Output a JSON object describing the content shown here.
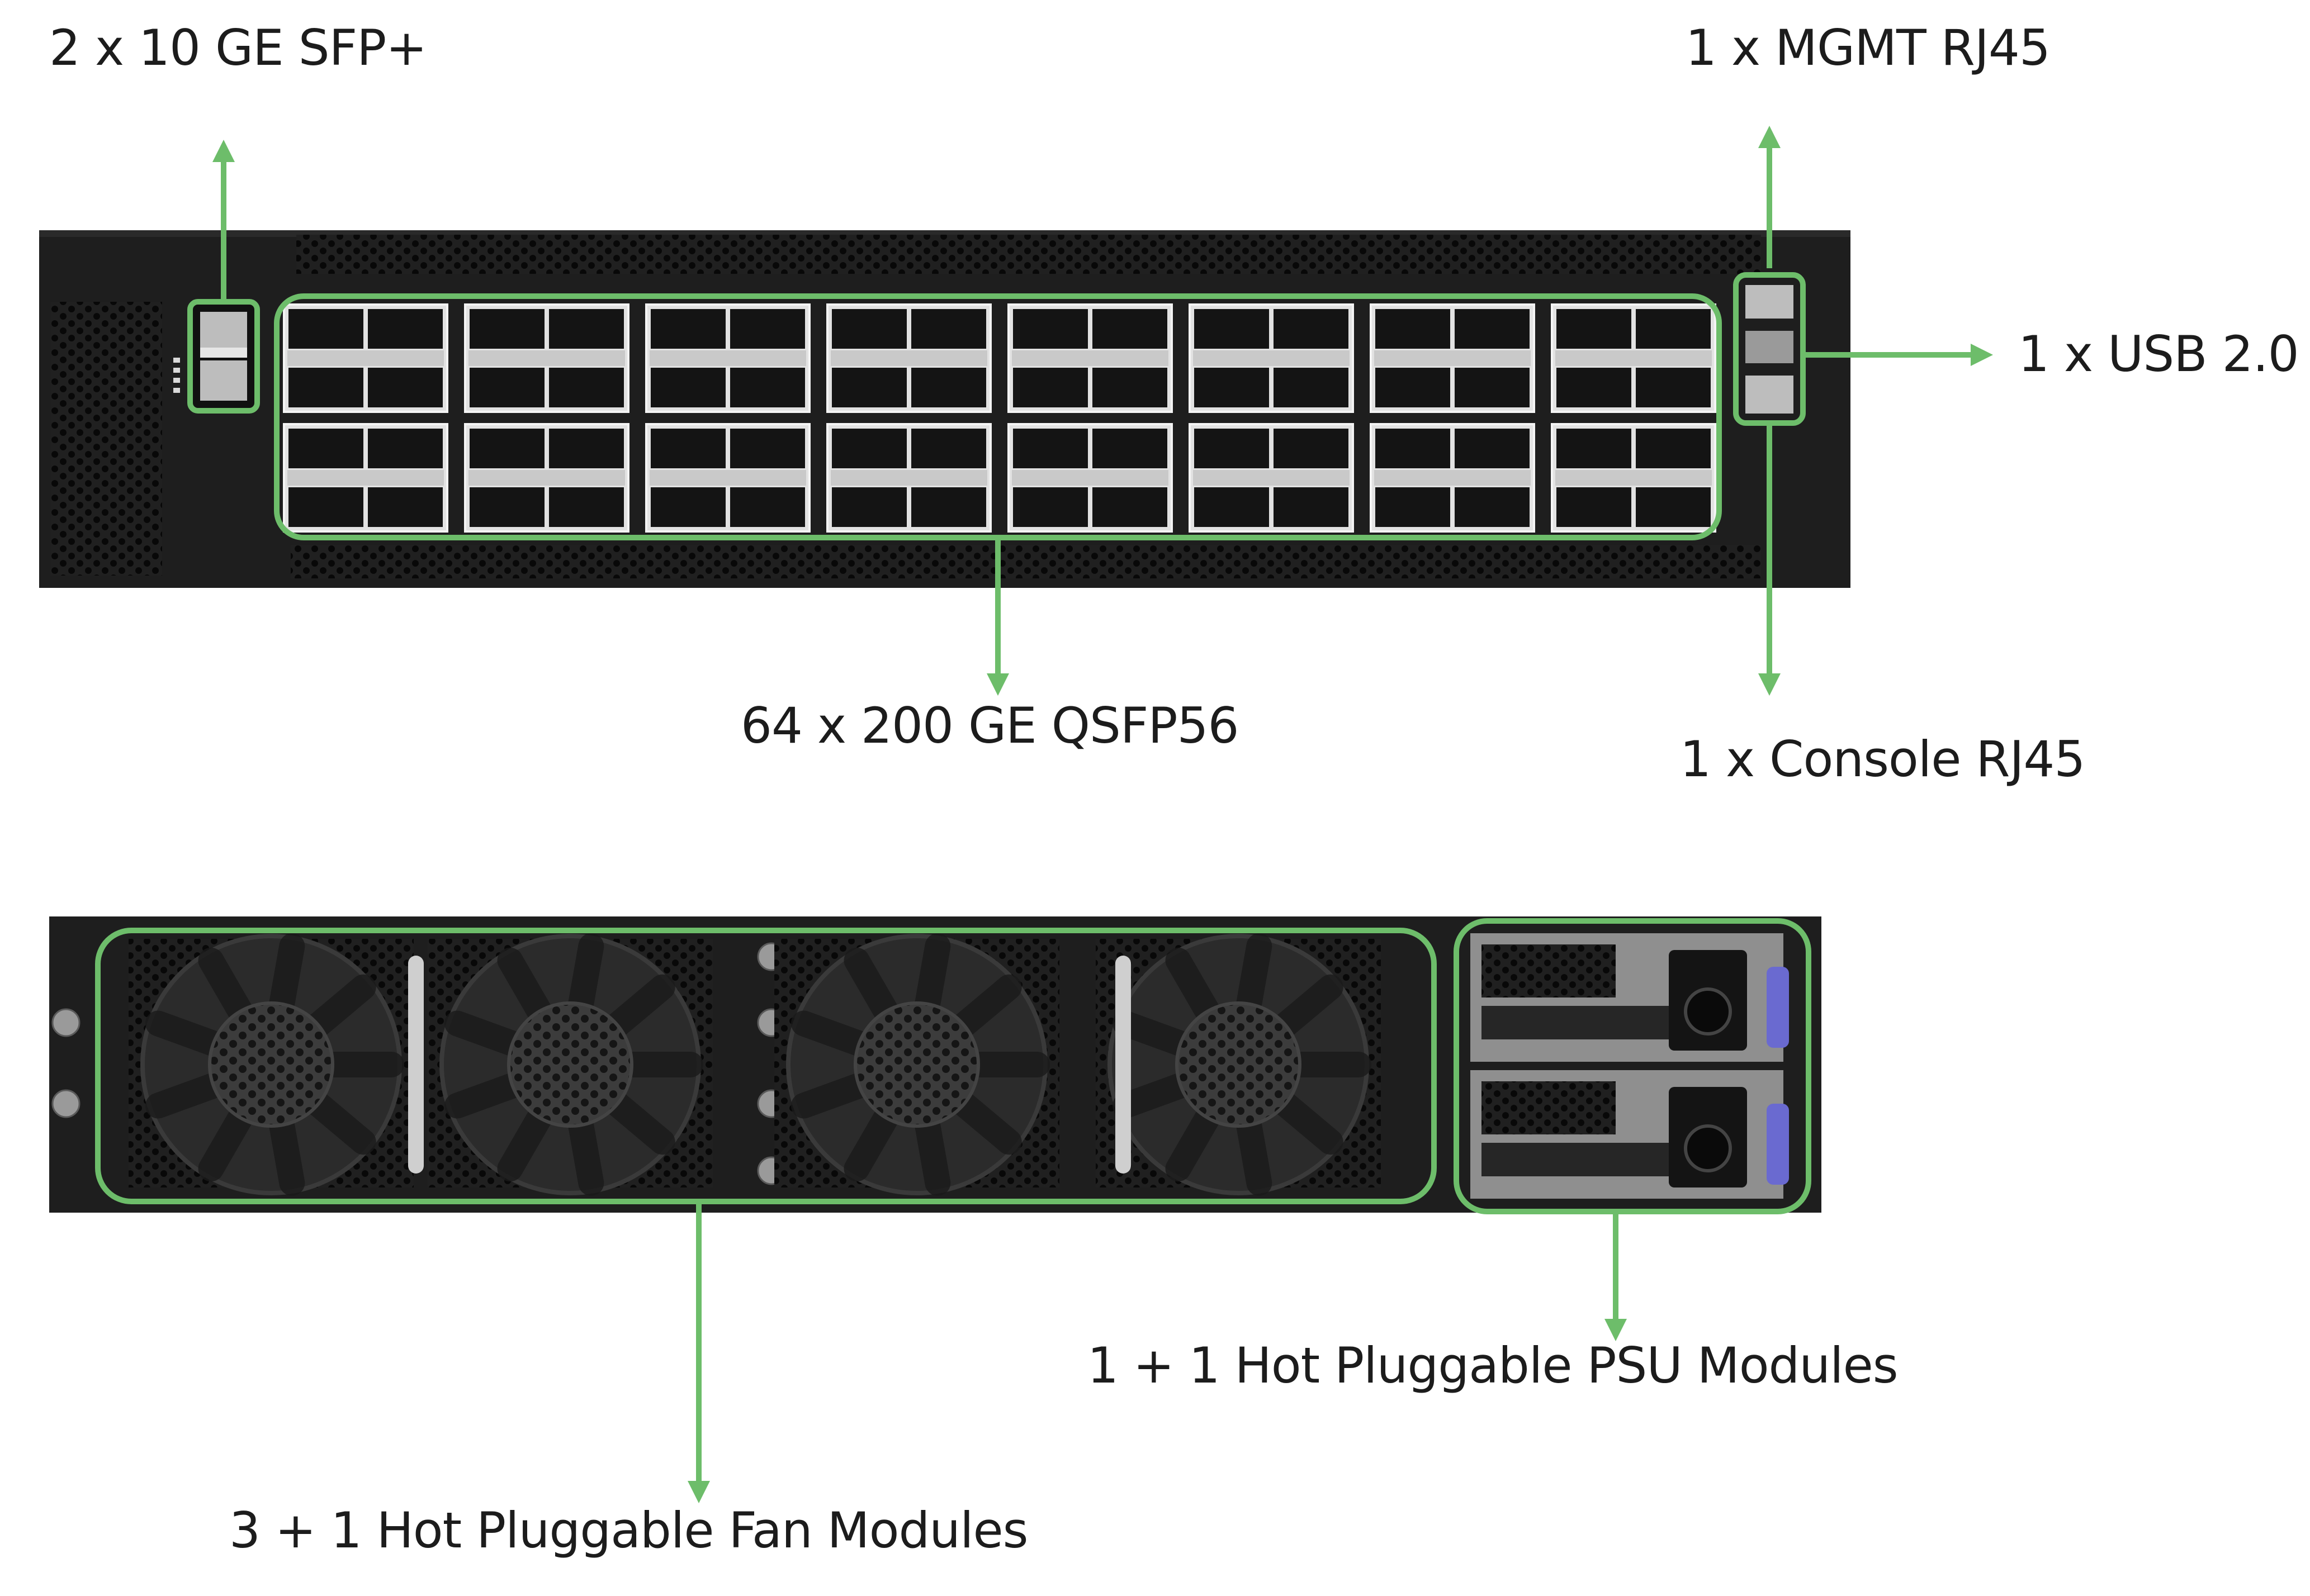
{
  "labels": {
    "sfp": "2 x 10 GE SFP+",
    "mgmt": "1 x MGMT RJ45",
    "usb": "1 x USB 2.0",
    "qsfp": "64 x 200 GE QSFP56",
    "console": "1 x Console RJ45",
    "psu": "1 + 1 Hot Pluggable PSU Modules",
    "fan": "3 + 1 Hot Pluggable Fan Modules"
  },
  "colors": {
    "highlight": "#6dbd6a",
    "chassis": "#1f1f1f",
    "port_fill": "#d9d9d9",
    "fan_mesh": "#2e2e2e"
  },
  "front_panel": {
    "qsfp_cages_per_row": 8,
    "qsfp_rows": 2
  },
  "rear_panel": {
    "fan_modules": 4,
    "psu_modules": 2
  }
}
